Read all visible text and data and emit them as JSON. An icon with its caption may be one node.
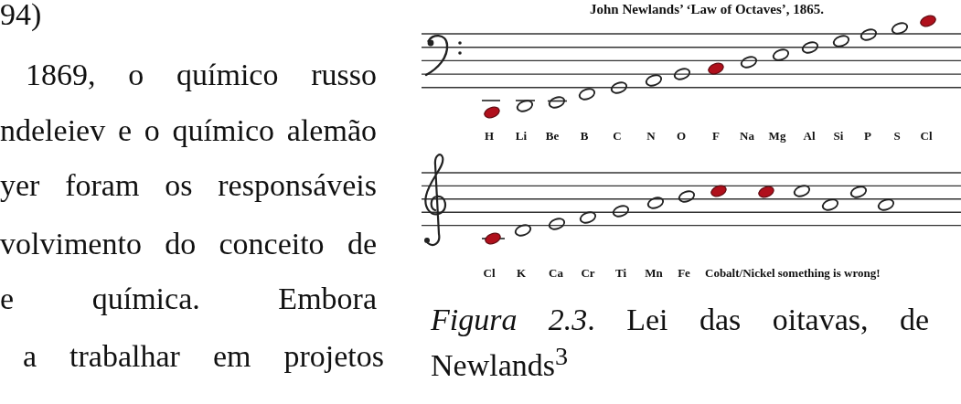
{
  "diagram": {
    "title": "John Newlands’ ‘Law of Octaves’, 1865.",
    "caption": "*Figura 2.3*. Lei das oitavas, de Newlands$^{3}$",
    "labels": [
      "94)",
      "1869, o químico russo",
      "ndeleiev e o químico alemão",
      "yer foram os responsáveis",
      "volvimento do conceito de",
      "e química. Embora",
      "a trabalhar em projetos",
      "H",
      "Li",
      "Be",
      "B",
      "C",
      "N",
      "O",
      "F",
      "Na",
      "Mg",
      "Al",
      "Si",
      "P",
      "S",
      "Cl",
      "Cl",
      "K",
      "Ca",
      "Cr",
      "Ti",
      "Mn",
      "Fe",
      "Cobalt/Nickel something is wrong!"
    ]
  }
}
